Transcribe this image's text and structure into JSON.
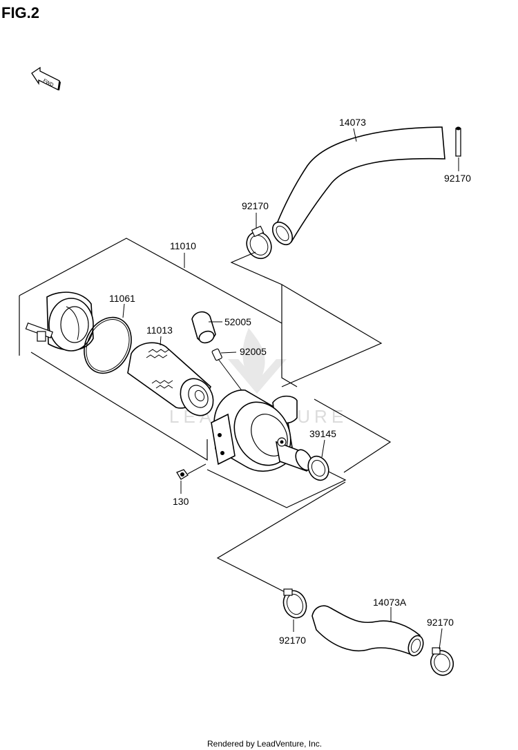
{
  "figure": {
    "title": "FIG.2"
  },
  "direction_indicator": {
    "label": "FWD"
  },
  "watermark": {
    "text": "LEADVENTURE"
  },
  "parts": [
    {
      "id": "p14073",
      "label": "14073"
    },
    {
      "id": "p92170a",
      "label": "92170"
    },
    {
      "id": "p92170b",
      "label": "92170"
    },
    {
      "id": "p11010",
      "label": "11010"
    },
    {
      "id": "p11061",
      "label": "11061"
    },
    {
      "id": "p11013",
      "label": "11013"
    },
    {
      "id": "p52005",
      "label": "52005"
    },
    {
      "id": "p92005",
      "label": "92005"
    },
    {
      "id": "p39145",
      "label": "39145"
    },
    {
      "id": "p130",
      "label": "130"
    },
    {
      "id": "p14073A",
      "label": "14073A"
    },
    {
      "id": "p92170c",
      "label": "92170"
    },
    {
      "id": "p92170d",
      "label": "92170"
    }
  ],
  "footer": {
    "credit": "Rendered by LeadVenture, Inc."
  }
}
